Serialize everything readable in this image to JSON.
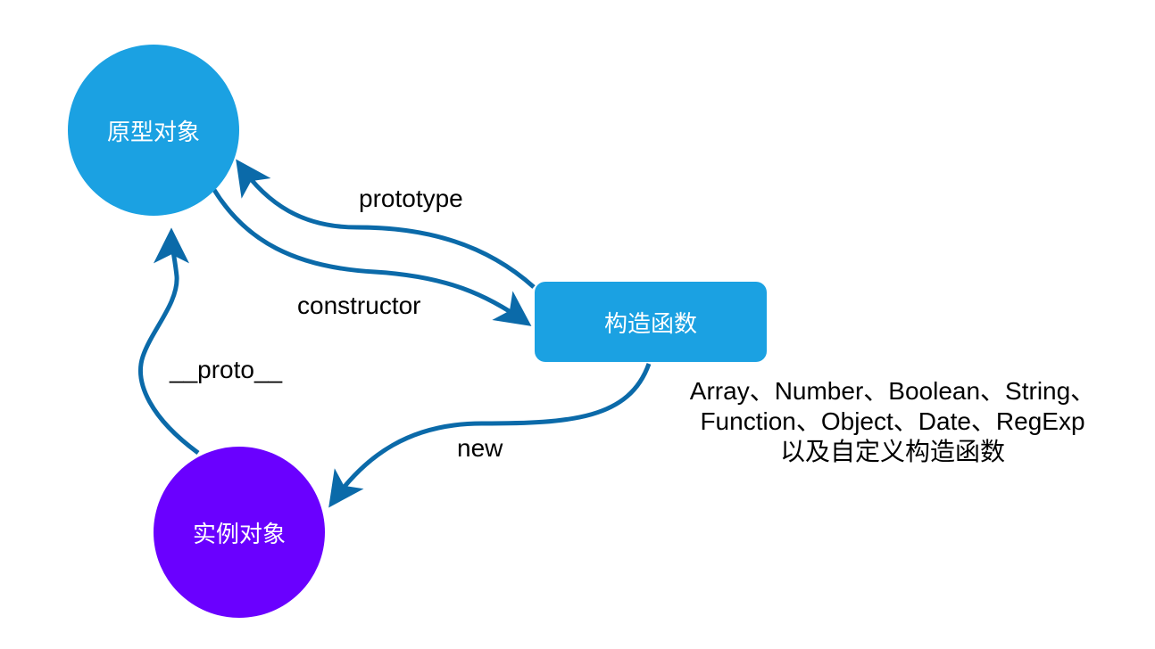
{
  "colors": {
    "prototype_node": "#1ba1e2",
    "constructor_node": "#1ba1e2",
    "instance_node": "#6a00ff",
    "arrow": "#0b6aa9",
    "text": "#000000",
    "node_text": "#ffffff"
  },
  "nodes": {
    "prototype_object": "原型对象",
    "constructor_function": "构造函数",
    "instance_object": "实例对象"
  },
  "edges": {
    "prototype": "prototype",
    "constructor": "constructor",
    "proto": "__proto__",
    "new": "new"
  },
  "note": {
    "line1": "Array、Number、Boolean、String、",
    "line2": "Function、Object、Date、RegExp",
    "line3": "以及自定义构造函数"
  }
}
